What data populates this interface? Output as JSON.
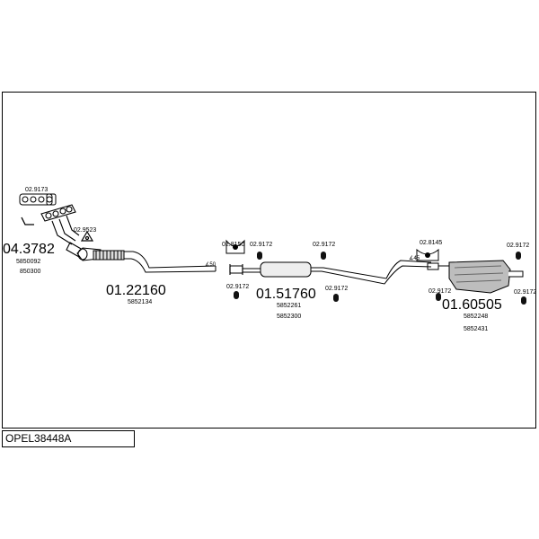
{
  "title": "OPEL38448A",
  "parts": {
    "manifold_clip": "02.9173",
    "manifold_gasket": "02.9523",
    "catalyst": "04.3782",
    "catalyst_oe1": "5850092",
    "catalyst_oe2": "850300",
    "front_pipe": "01.22160",
    "front_pipe_oe": "5852134",
    "angle_50": "∡50",
    "clamp_front": "02.8150",
    "rubber_a": "02.9172",
    "rubber_b": "02.9172",
    "rubber_c": "02.9172",
    "rubber_d": "02.9172",
    "middle": "01.51760",
    "middle_oe1": "5852261",
    "middle_oe2": "5852300",
    "clamp_rear": "02.8145",
    "angle_45": "∡45",
    "rubber_e": "02.9172",
    "rubber_f": "02.9172",
    "rubber_g": "02.9172",
    "rear": "01.60505",
    "rear_oe1": "5852248",
    "rear_oe2": "5852431"
  }
}
